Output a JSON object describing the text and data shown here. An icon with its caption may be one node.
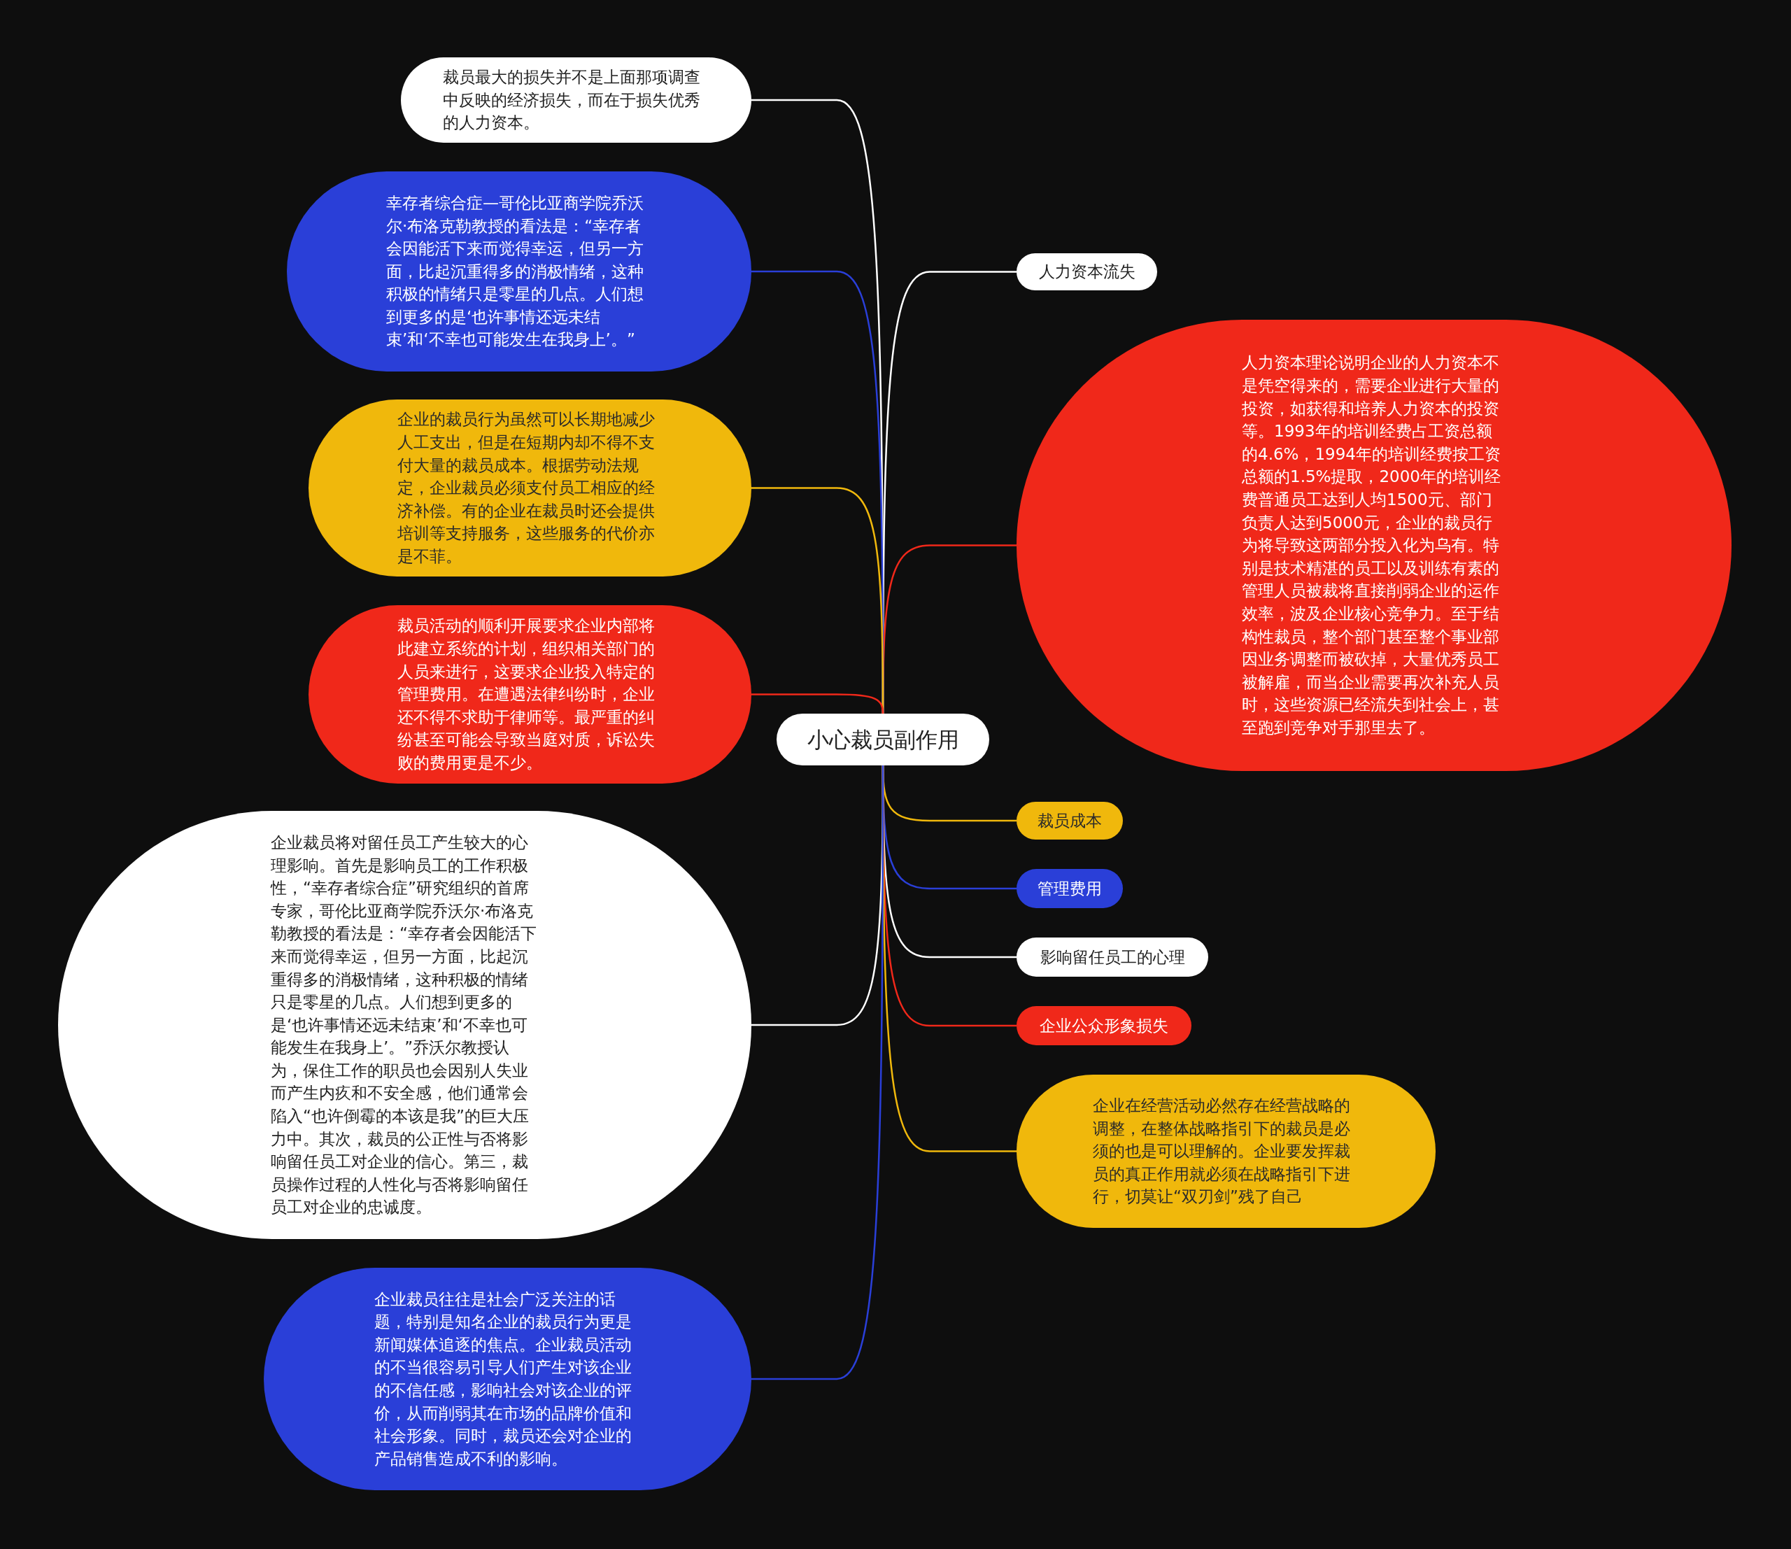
{
  "diagram": {
    "nodes": [
      {
        "text": [
          "小心裁员副作用"
        ]
      },
      {
        "text": [
          "人力资本流失"
        ]
      },
      {
        "text": [
          "人力资本理论说明企业的人力资本不是凭空得来的，需要企业进行大量的投资，如获得和培养人力资本的投资等。1993年的培训经费占工资总额的4.6%，1994年的培训经费按工资总额的1.5%提取，2000年的培训经费普通员工达到人均1500元、部门负责人达到5000元，企业的裁员行为将导致这两部分投入化为乌有。特别是技术精湛的员工以及训练有素的管理人员被裁将直接削弱企业的运作效率，波及企业核心竞争力。至于结构性裁员，整个部门甚至整个事业部因业务调整而被砍掉，大量优秀员工被解雇，而当企业需要再次补充人员时，这些资源已经流失到社会上，甚至跑到竞争对手那里去了。"
        ]
      },
      {
        "text": [
          "裁员成本"
        ]
      },
      {
        "text": [
          "管理费用"
        ]
      },
      {
        "text": [
          "影响留任员工的心理"
        ]
      },
      {
        "text": [
          "企业公众形象损失"
        ]
      },
      {
        "text": [
          "企业在经营活动必然存在经营战略的调整，在整体战略指引下的裁员是必须的也是可以理解的。企业要发挥裁员的真正作用就必须在战略指引下进行，切莫让“双刃剑”残了自己"
        ]
      },
      {
        "text": [
          "裁员最大的损失并不是上面那项调查中反映的经济损失，而在于损失优秀的人力资本。"
        ]
      },
      {
        "text": [
          "幸存者综合症—哥伦比亚商学院乔沃尔·布洛克勒教授的看法是：“幸存者会因能活下来而觉得幸运，但另一方面，比起沉重得多的消极情绪，这种积极的情绪只是零星的几点。人们想到更多的是‘也许事情还远未结束’和‘不幸也可能发生在我身上’。”"
        ]
      },
      {
        "text": [
          "企业的裁员行为虽然可以长期地减少人工支出，但是在短期内却不得不支付大量的裁员成本。根据劳动法规定，企业裁员必须支付员工相应的经济补偿。有的企业在裁员时还会提供培训等支持服务，这些服务的代价亦是不菲。"
        ]
      },
      {
        "text": [
          "裁员活动的顺利开展要求企业内部将此建立系统的计划，组织相关部门的人员来进行，这要求企业投入特定的管理费用。在遭遇法律纠纷时，企业还不得不求助于律师等。最严重的纠纷甚至可能会导致当庭对质，诉讼失败的费用更是不少。"
        ]
      },
      {
        "text": [
          "企业裁员将对留任员工产生较大的心理影响。首先是影响员工的工作积极性，“幸存者综合症”研究组织的首席专家，哥伦比亚商学院乔沃尔·布洛克勒教授的看法是：“幸存者会因能活下来而觉得幸运，但另一方面，比起沉重得多的消极情绪，这种积极的情绪只是零星的几点。人们想到更多的是‘也许事情还远未结束’和‘不幸也可能发生在我身上’。”乔沃尔教授认为，保住工作的职员也会因别人失业而产生内疚和不安全感，他们通常会陷入“也许倒霉的本该是我”的巨大压力中。其次，裁员的公正性与否将影响留任员工对企业的信心。第三，裁员操作过程的人性化与否将影响留任员工对企业的忠诚度。"
        ]
      },
      {
        "text": [
          "企业裁员往往是社会广泛关注的话题，特别是知名企业的裁员行为更是新闻媒体追逐的焦点。企业裁员活动的不当很容易引导人们产生对该企业的不信任感，影响社会对该企业的评价，从而削弱其在市场的品牌价值和社会形象。同时，裁员还会对企业的产品销售造成不利的影响。"
        ]
      }
    ],
    "edges": [
      {
        "from": 0,
        "to": 1,
        "arrow": "none",
        "color": "#ffffff"
      },
      {
        "from": 0,
        "to": 2,
        "arrow": "none",
        "color": "#f0281a"
      },
      {
        "from": 0,
        "to": 3,
        "arrow": "none",
        "color": "#f0b80c"
      },
      {
        "from": 0,
        "to": 4,
        "arrow": "none",
        "color": "#2a3fd8"
      },
      {
        "from": 0,
        "to": 5,
        "arrow": "none",
        "color": "#ffffff"
      },
      {
        "from": 0,
        "to": 6,
        "arrow": "none",
        "color": "#f0281a"
      },
      {
        "from": 0,
        "to": 7,
        "arrow": "none",
        "color": "#f0b80c"
      },
      {
        "from": 0,
        "to": 8,
        "arrow": "none",
        "color": "#ffffff"
      },
      {
        "from": 0,
        "to": 9,
        "arrow": "none",
        "color": "#2a3fd8"
      },
      {
        "from": 0,
        "to": 10,
        "arrow": "none",
        "color": "#f0b80c"
      },
      {
        "from": 0,
        "to": 11,
        "arrow": "none",
        "color": "#f0281a"
      },
      {
        "from": 0,
        "to": 12,
        "arrow": "none",
        "color": "#ffffff"
      },
      {
        "from": 0,
        "to": 13,
        "arrow": "none",
        "color": "#2a3fd8"
      }
    ]
  }
}
